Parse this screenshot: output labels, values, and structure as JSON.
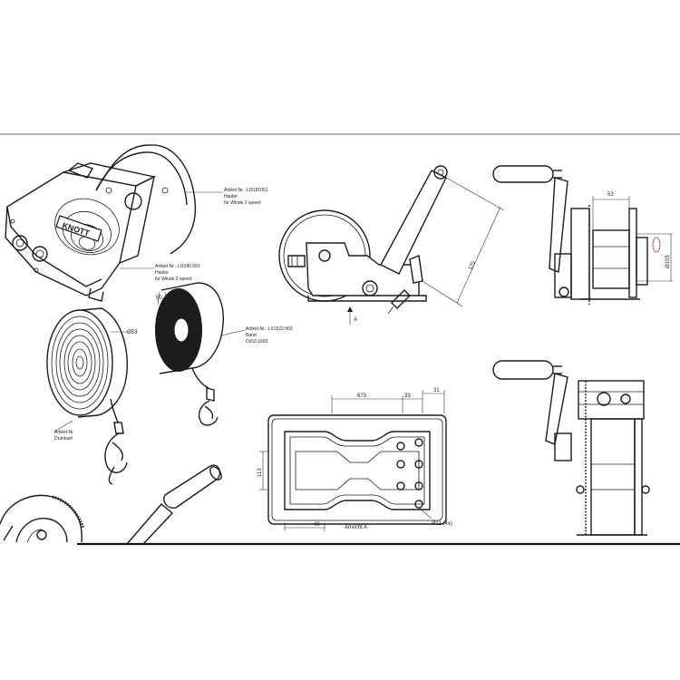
{
  "callouts": {
    "cover": {
      "line1": "Artikel-Nr.: LI3181001",
      "line2": "Haube",
      "line3": "für Winde 2 speed"
    },
    "housing": {
      "line1": "Artikel-Nr.: LI3180.001",
      "line2": "Haube",
      "line3": "für Winde 2 speed"
    },
    "strap": {
      "line1": "Artikel-Nr.: LX1522.003",
      "line2": "Band",
      "line3": "Ds53-1660"
    },
    "rope": {
      "line1": "Artikel-Nr.",
      "line2": "Drahtseil"
    }
  },
  "logo_text": "KNOTT",
  "dimensions": {
    "drum_dia": "Ø53",
    "strap_width": "50",
    "crank_length": "175",
    "side_top": "53",
    "side_dia": "Ø105",
    "base_outer": "673",
    "base_w1": "33",
    "base_w2": "31",
    "base_height": "113",
    "base_left": "40",
    "base_hole": "Ø11 (4x)"
  },
  "view_labels": {
    "arrow_letter": "A",
    "view_title": "Ansicht A"
  }
}
